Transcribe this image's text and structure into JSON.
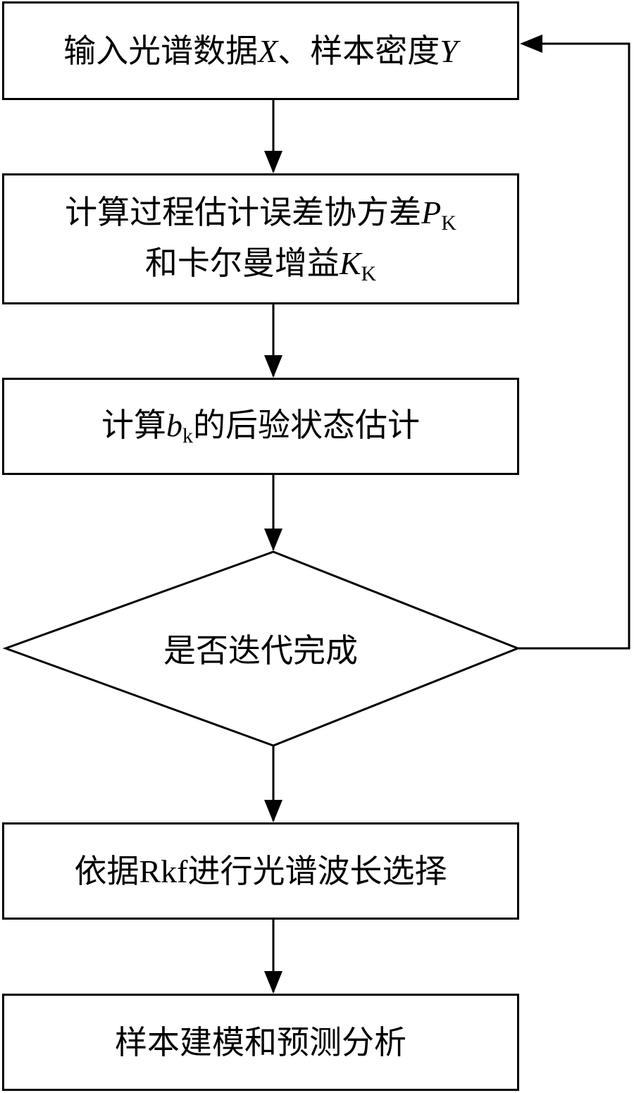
{
  "flowchart": {
    "step1": {
      "text_a": "输入光谱数据",
      "var_x": "X",
      "text_b": "、样本密度",
      "var_y": "Y"
    },
    "step2": {
      "line1_text": "计算过程估计误差协方差",
      "line1_var": "P",
      "line1_sub": "K",
      "line2_text": "和卡尔曼增益",
      "line2_var": "K",
      "line2_sub": "K"
    },
    "step3": {
      "text_a": "计算",
      "var": "b",
      "sub": "k",
      "text_b": "的后验状态估计"
    },
    "decision": {
      "text": "是否迭代完成"
    },
    "step4": {
      "text_a": "依据",
      "abbr": "Rkf",
      "text_b": "进行光谱波长选择"
    },
    "step5": {
      "text": "样本建模和预测分析"
    }
  }
}
